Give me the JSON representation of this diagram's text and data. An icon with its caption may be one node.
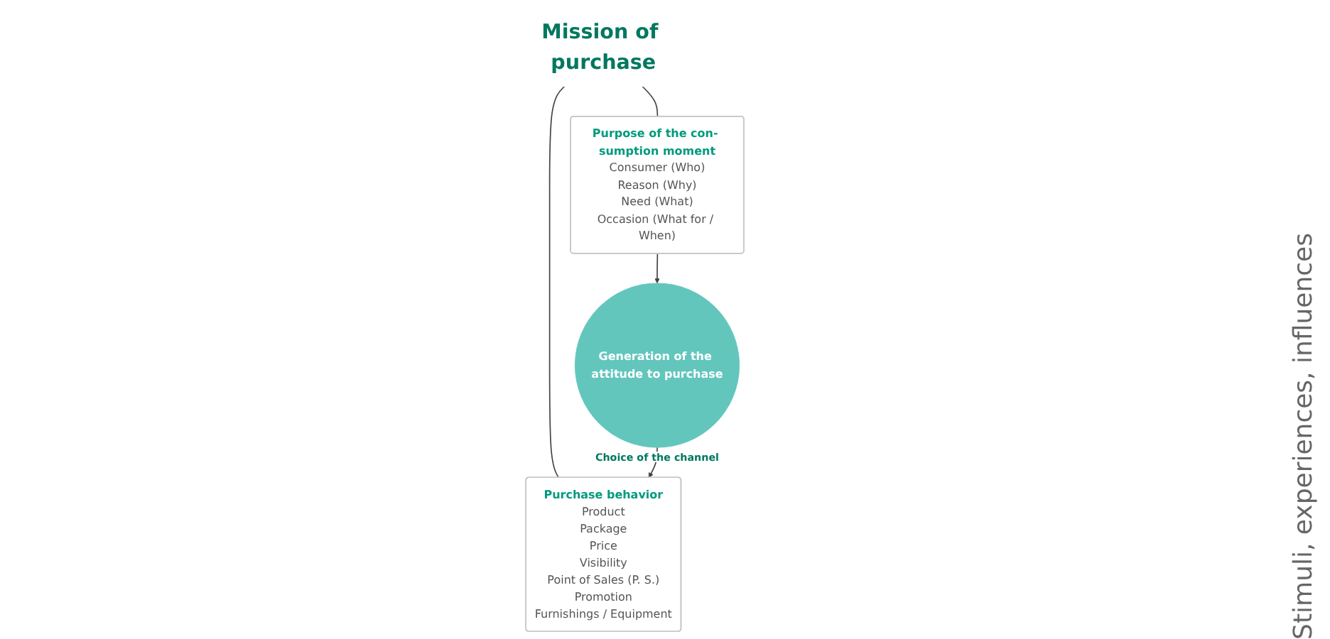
{
  "diagram": {
    "nodes": [
      {
        "text": [
          "Mission of purchase"
        ]
      },
      {
        "text": [
          "Purpose of the con- sumption moment",
          "Consumer (Who)",
          "Reason (Why)",
          "Need (What)",
          "Occasion (What for / When)"
        ]
      },
      {
        "text": [
          "Generation of the attitude to purchase"
        ],
        "beside": [
          "Choice of the channel"
        ]
      },
      {
        "text": [
          "Purchase behavior",
          "Product",
          "Package",
          "Price",
          "Visibility",
          "Point of Sales (P. S.)",
          "Promotion",
          "Furnishings / Equipment"
        ]
      }
    ],
    "edges": [
      {
        "from": 0,
        "to": 1,
        "arrow": "none"
      },
      {
        "from": 0,
        "to": 3,
        "arrow": "none"
      },
      {
        "from": 1,
        "to": 2,
        "arrow": "to"
      },
      {
        "from": 2,
        "to": 3,
        "arrow": "to"
      }
    ],
    "labels": [
      "Stimuli, experiences, influences"
    ]
  }
}
